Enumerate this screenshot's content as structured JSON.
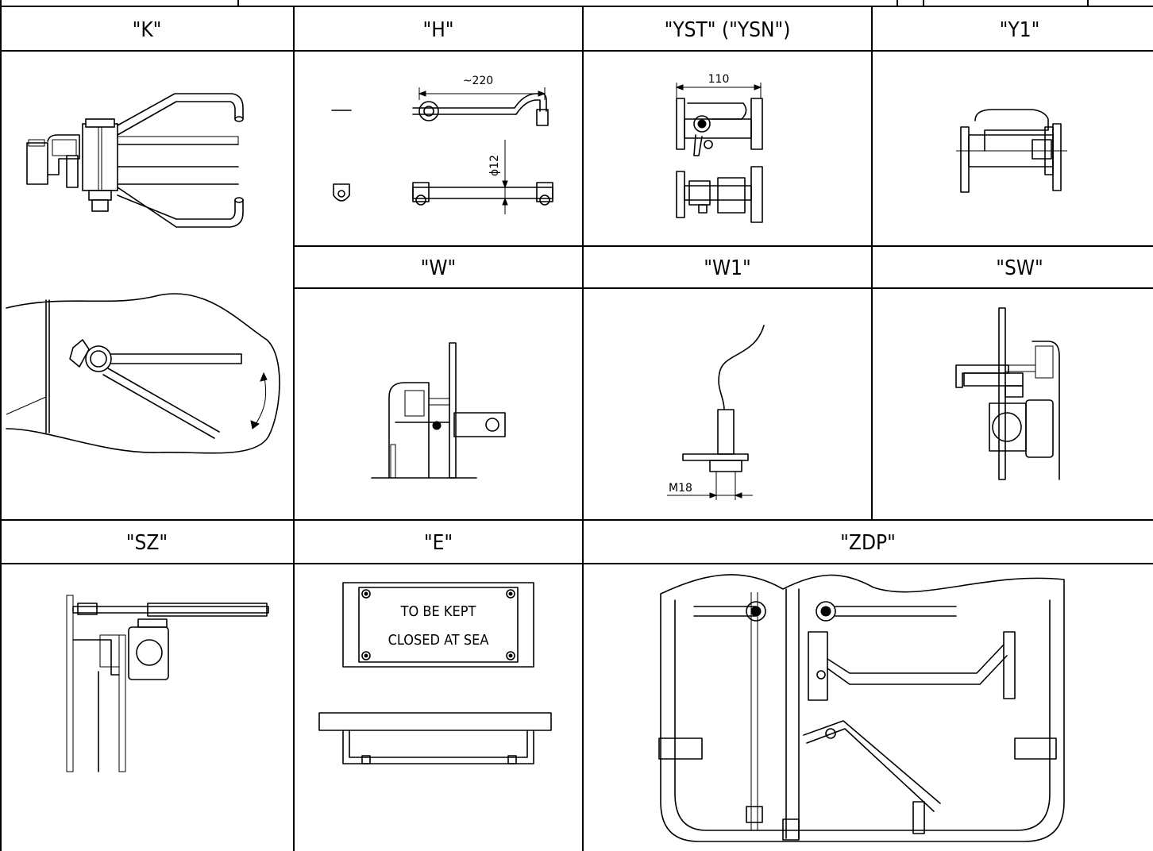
{
  "cells": {
    "K": {
      "title": "\"K\""
    },
    "H": {
      "title": "\"H\"",
      "dim_length": "~220",
      "dim_diameter": "ϕ12"
    },
    "YST": {
      "title": "\"YST\"  (\"YSN\")",
      "dim_width": "110"
    },
    "Y1": {
      "title": "\"Y1\""
    },
    "W": {
      "title": "\"W\""
    },
    "W1": {
      "title": "\"W1\"",
      "dim_thread": "M18"
    },
    "SW": {
      "title": "\"SW\""
    },
    "SZ": {
      "title": "\"SZ\""
    },
    "E": {
      "title": "\"E\"",
      "plate_line1": "TO BE KEPT",
      "plate_line2": "CLOSED AT SEA"
    },
    "ZDP": {
      "title": "\"ZDP\""
    }
  }
}
